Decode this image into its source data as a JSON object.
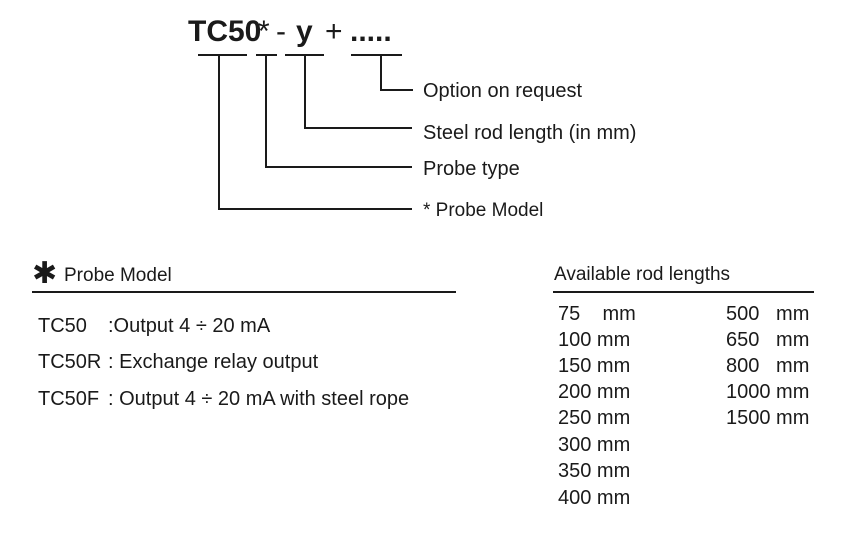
{
  "code": {
    "model": "TC50",
    "star": "*",
    "dash": "-",
    "y": "y",
    "plus": "+",
    "dots": "....."
  },
  "callouts": [
    "Option on request",
    "Steel rod length (in mm)",
    "Probe type",
    "* Probe Model"
  ],
  "probe_model": {
    "heading_star": "✱",
    "heading": "Probe Model",
    "rows": [
      {
        "code": "TC50",
        "desc": ":Output  4 ÷ 20 mA"
      },
      {
        "code": "TC50R",
        "desc": ": Exchange relay output"
      },
      {
        "code": "TC50F",
        "desc": ": Output  4 ÷ 20 mA  with steel rope"
      }
    ]
  },
  "rod_lengths": {
    "heading": "Available rod lengths",
    "col1": [
      "75    mm",
      "100 mm",
      "150 mm",
      "200 mm",
      "250 mm",
      "300 mm",
      "350 mm",
      "400 mm"
    ],
    "col2": [
      "500   mm",
      "650   mm",
      "800   mm",
      "1000 mm",
      "1500 mm"
    ]
  }
}
